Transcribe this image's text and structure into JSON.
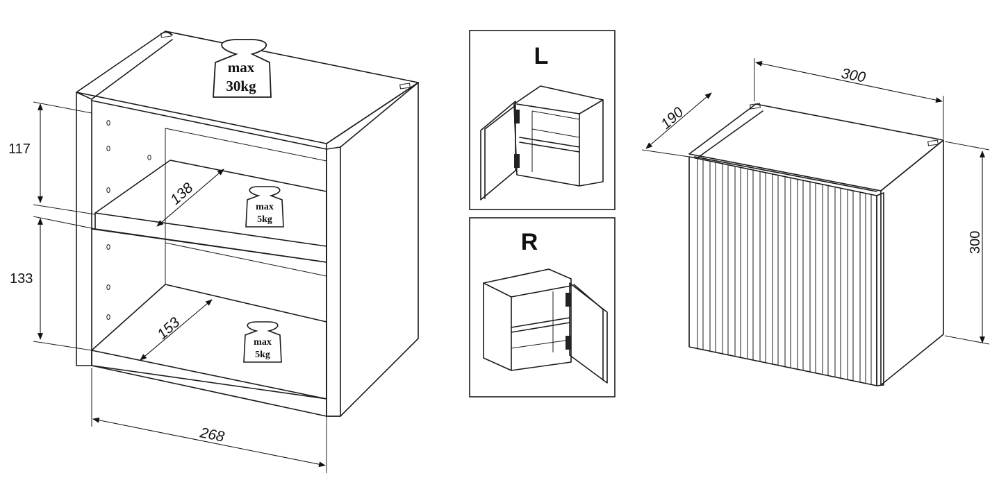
{
  "dimensions": {
    "upper_shelf_height": "117",
    "lower_shelf_height": "133",
    "upper_shelf_depth": "138",
    "lower_shelf_depth": "153",
    "cabinet_width_inner": "268",
    "closed_width": "300",
    "closed_depth": "190",
    "closed_height": "300"
  },
  "weights": {
    "top": {
      "line1": "max",
      "line2": "30kg"
    },
    "shelf_upper": {
      "line1": "max",
      "line2": "5kg"
    },
    "shelf_lower": {
      "line1": "max",
      "line2": "5kg"
    }
  },
  "variants": {
    "left": "L",
    "right": "R"
  }
}
